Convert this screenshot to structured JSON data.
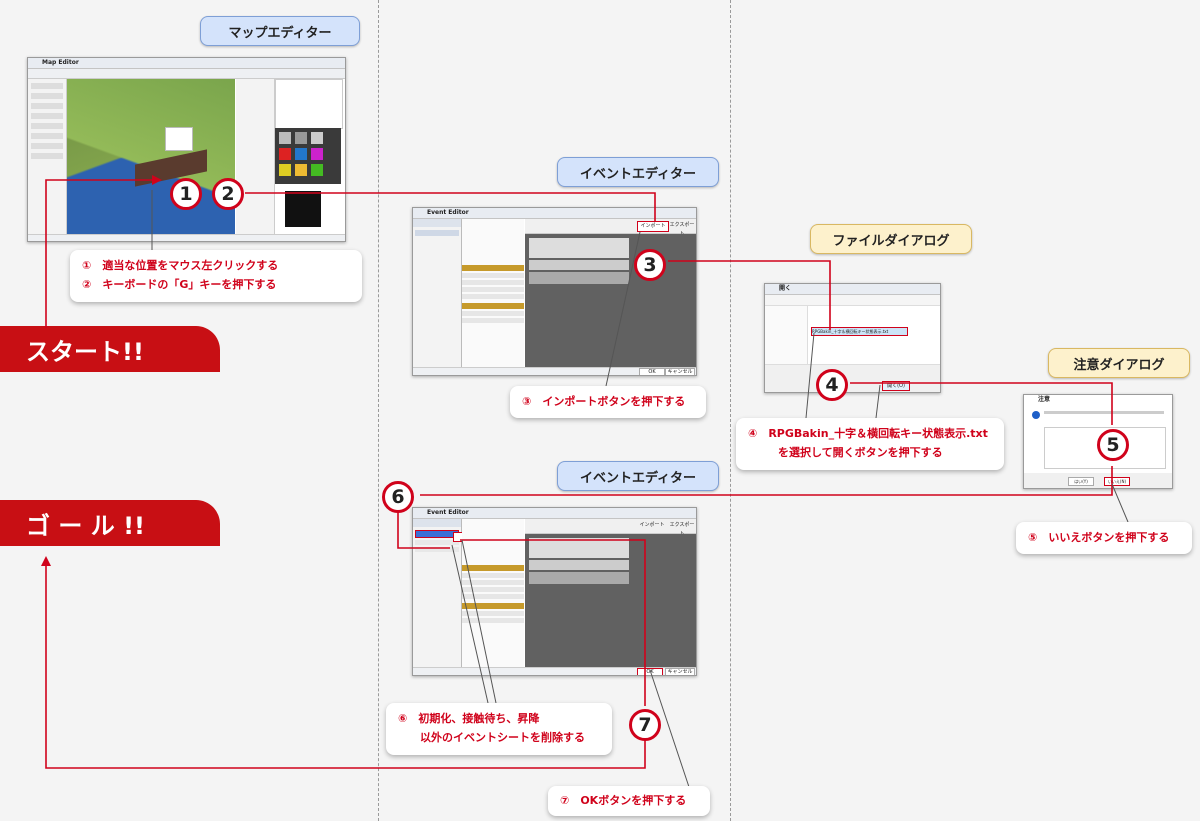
{
  "titles": {
    "map_editor": "マップエディター",
    "event_editor_1": "イベントエディター",
    "file_dialog": "ファイルダイアログ",
    "caution_dialog": "注意ダイアログ",
    "event_editor_2": "イベントエディター"
  },
  "banners": {
    "start": "スタート!!",
    "goal": "ゴ ー ル !!"
  },
  "steps": {
    "s1": "①　適当な位置をマウス左クリックする",
    "s2": "②　キーボードの「G」キーを押下する",
    "s3": "③　インポートボタンを押下する",
    "s4a": "④　RPGBakin_十字＆横回転キー状態表示.txt",
    "s4b": "を選択して開くボタンを押下する",
    "s5": "⑤　いいえボタンを押下する",
    "s6a": "⑥　初期化、接触待ち、昇降",
    "s6b": "以外のイベントシートを削除する",
    "s7": "⑦　OKボタンを押下する"
  },
  "circles": [
    "1",
    "2",
    "3",
    "4",
    "5",
    "6",
    "7"
  ],
  "screens": {
    "map_window_title": "Map Editor",
    "event_window_title": "Event Editor",
    "import_label": "インポート",
    "export_label": "エクスポート",
    "ok_label": "OK",
    "cancel_label": "キャンセル",
    "open_label": "開く(O)",
    "no_label": "いいえ(N)",
    "yes_label": "はい(Y)",
    "caution_window_title": "注意",
    "file_window_title": "開く",
    "selected_file": "RPGBakin_十字＆横回転キー状態表示.txt"
  },
  "colors": {
    "accent_red": "#d0021b",
    "banner_red": "#c80f14",
    "title_blue": "#d4e3fb",
    "title_yellow": "#fdf1cc"
  }
}
